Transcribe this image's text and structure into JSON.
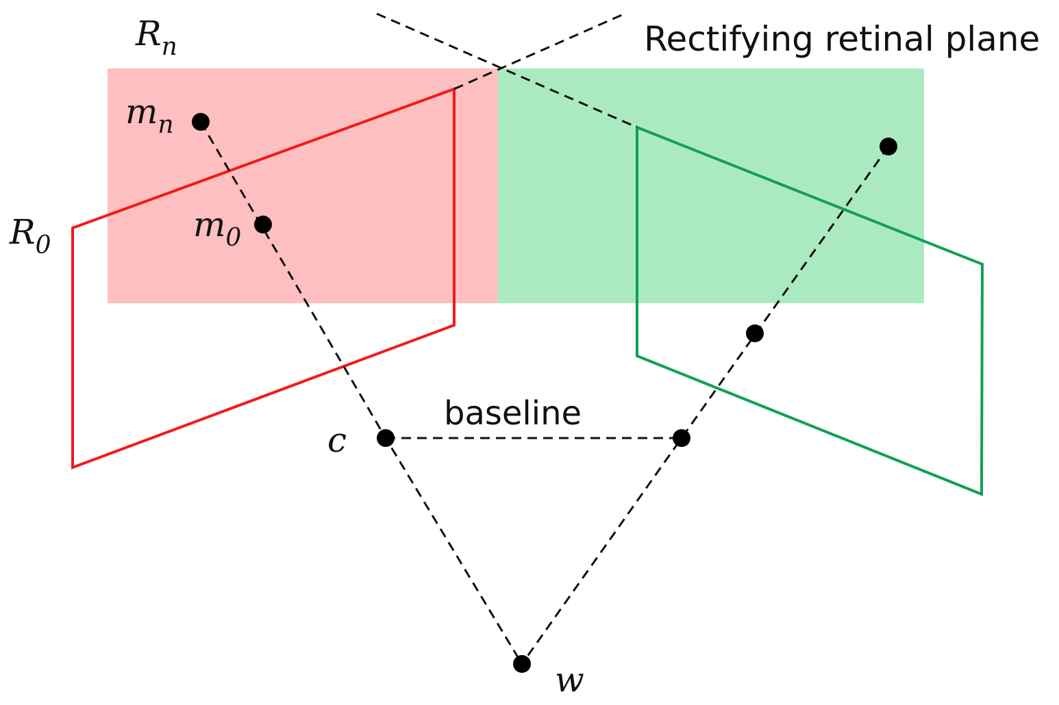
{
  "labels": {
    "rectifying_plane": "Rectifying retinal plane",
    "baseline": "baseline",
    "R_n": {
      "base": "R",
      "sub": "n"
    },
    "R_0": {
      "base": "R",
      "sub": "0"
    },
    "m_n": {
      "base": "m",
      "sub": "n"
    },
    "m_0": {
      "base": "m",
      "sub": "0"
    },
    "c": "c",
    "w": "w"
  },
  "colors": {
    "left_rectified_fill": "#fdbfbf",
    "right_rectified_fill": "#abeac0",
    "left_original_plane": "#f21a1a",
    "right_original_plane": "#12a050",
    "lines": "#111111"
  }
}
